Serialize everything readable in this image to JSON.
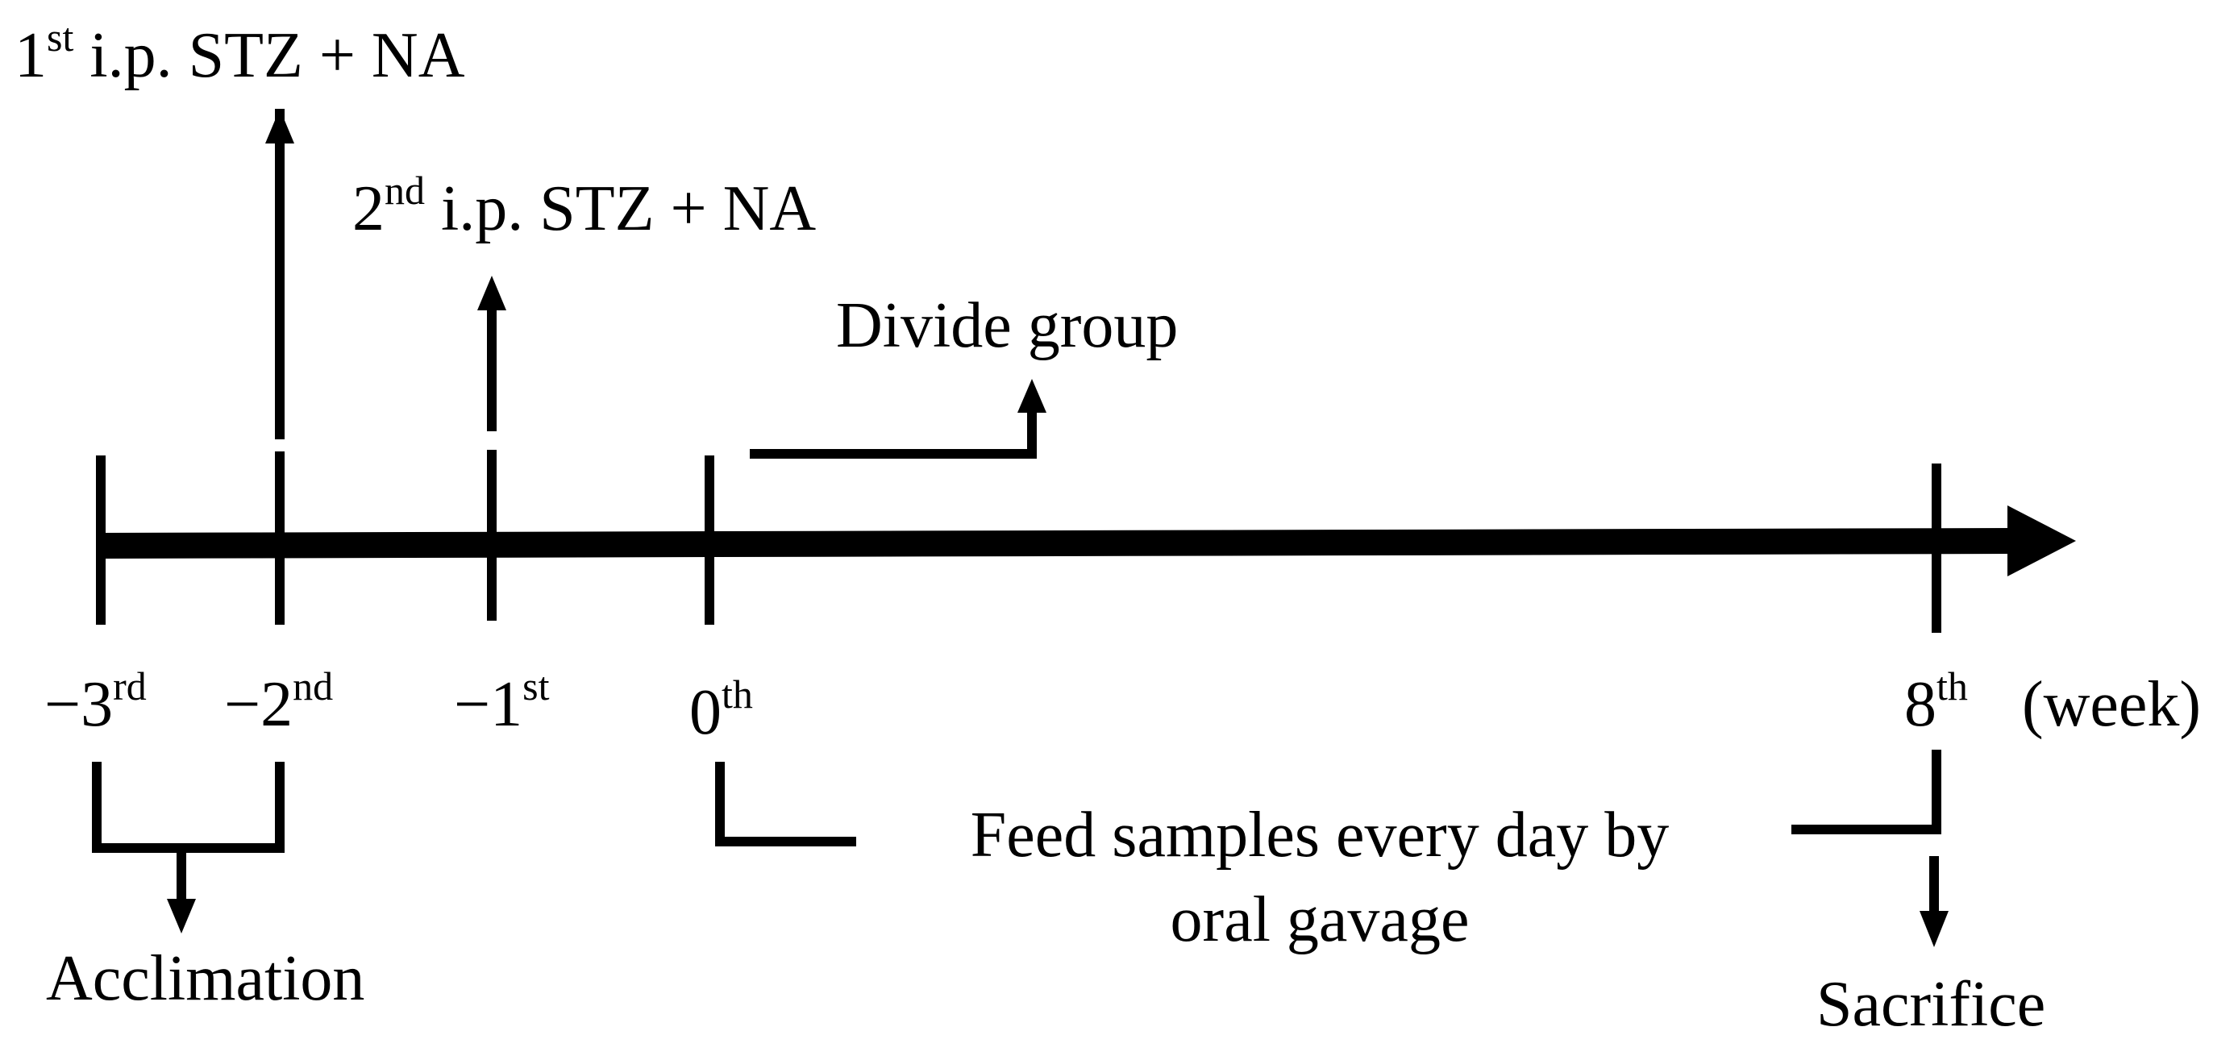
{
  "timeline": {
    "ticks": [
      {
        "base": "−3",
        "sup": "rd"
      },
      {
        "base": "−2",
        "sup": "nd"
      },
      {
        "base": "−1",
        "sup": "st"
      },
      {
        "base": "0",
        "sup": "th"
      },
      {
        "base": "8",
        "sup": "th"
      }
    ],
    "unit": "(week)"
  },
  "events": {
    "first_injection": {
      "num": "1",
      "sup": "st",
      "text": " i.p. STZ + NA"
    },
    "second_injection": {
      "num": "2",
      "sup": "nd",
      "text": " i.p. STZ + NA"
    },
    "divide_group": "Divide group",
    "acclimation": "Acclimation",
    "feed_line1": "Feed samples every day by",
    "feed_line2": "oral gavage",
    "sacrifice": "Sacrifice"
  },
  "colors": {
    "ink": "#000000",
    "background": "#ffffff"
  }
}
